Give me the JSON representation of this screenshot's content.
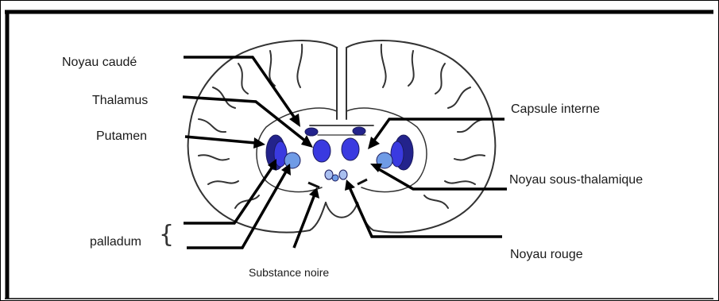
{
  "labels": {
    "noyau_caude": "Noyau caudé",
    "thalamus": "Thalamus",
    "putamen": "Putamen",
    "palladum": "palladum",
    "substance_noire": "Substance noire",
    "capsule_interne": "Capsule interne",
    "noyau_sous_thalamique": "Noyau sous-thalamique",
    "noyau_rouge": "Noyau rouge"
  },
  "brace_glyph": "{",
  "colors": {
    "border": "#000000",
    "outline": "#333333",
    "structure_dark": "#23238c",
    "structure_mid": "#3a3ae0",
    "structure_light": "#6f9be6",
    "structure_pale": "#a9bff0"
  }
}
